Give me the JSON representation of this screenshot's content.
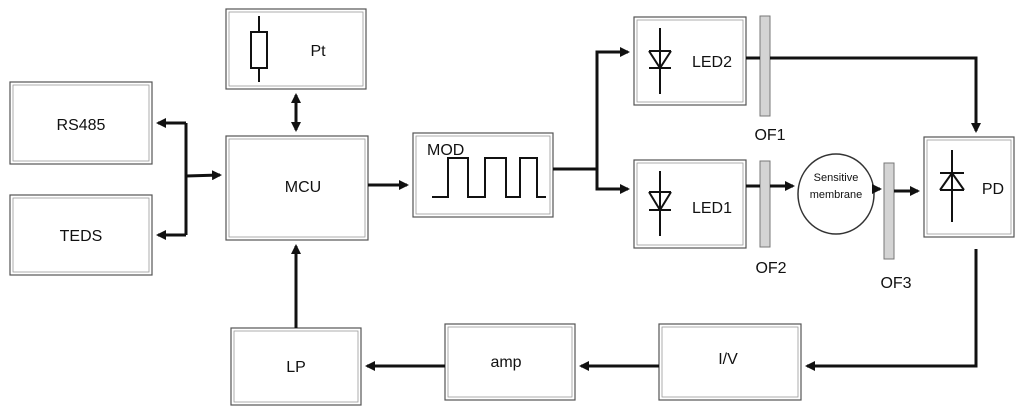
{
  "blocks": {
    "rs485": "RS485",
    "teds": "TEDS",
    "pt": "Pt",
    "mcu": "MCU",
    "mod": "MOD",
    "led2": "LED2",
    "led1": "LED1",
    "pd": "PD",
    "lp": "LP",
    "amp": "amp",
    "iv": "I/V"
  },
  "fibers": {
    "of1": "OF1",
    "of2": "OF2",
    "of3": "OF3"
  },
  "membrane": {
    "line1": "Sensitive",
    "line2": "membrane"
  },
  "icons": [
    "resistor-icon",
    "led-icon",
    "photodiode-icon",
    "square-wave-icon"
  ]
}
